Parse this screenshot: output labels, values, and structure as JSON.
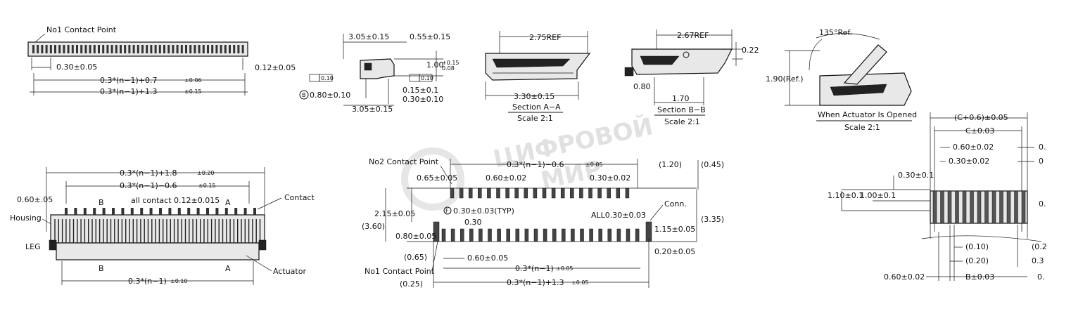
{
  "top_view": {
    "no1_contact_point": "No1 Contact Point",
    "pitch": "0.30±0.05",
    "lead_width": "0.12±0.05",
    "dim_a": "0.3*(n−1)+0.7",
    "dim_a_tol": "±0.06",
    "dim_b": "0.3*(n−1)+1.3",
    "dim_b_tol": "±0.15"
  },
  "side_view": {
    "width": "3.05±0.15",
    "offset": "0.55±0.15",
    "height": "1.00",
    "height_tol_plus": "+0.15",
    "height_tol_minus": "0.08",
    "flatness_left": "0.10",
    "flatness_right": "0.10",
    "datum_b": "B",
    "datum_dim": "0.80±0.10",
    "dim_015": "0.15±0.1",
    "dim_030": "0.30±0.10",
    "bottom_width": "3.05±0.15"
  },
  "section_aa": {
    "ref": "2.75REF",
    "width": "3.30±0.15",
    "title": "Section A−A",
    "scale": "Scale 2:1"
  },
  "section_bb": {
    "ref": "2.67REF",
    "height": "0.22",
    "left": "0.80",
    "width": "1.70",
    "title": "Section B−B",
    "scale": "Scale 2:1"
  },
  "opened": {
    "angle": "135°Ref.",
    "height": "1.90(Ref.)",
    "title": "When Actuator Is Opened",
    "scale": "Scale 2:1"
  },
  "front_view": {
    "overall": "0.3*(n−1)+1.8",
    "overall_tol": "±0.20",
    "inner": "0.3*(n−1)−0.6",
    "inner_tol": "±0.15",
    "contact_pitch": "0.60±.05",
    "all_contact": "all contact 0.12±0.015",
    "mark_b": "B",
    "mark_a": "A",
    "contact": "Contact",
    "housing": "Housing",
    "leg": "LEG",
    "actuator": "Actuator",
    "bottom": "0.3*(n−1)",
    "bottom_tol": "±0.10"
  },
  "footprint": {
    "no2_contact_point": "No2 Contact Point",
    "no1_contact_point": "No1 Contact Point",
    "top_dim": "0.3*(n−1)−0.6",
    "top_dim_tol": "±0.05",
    "ref_120": "(1.20)",
    "ref_045": "(0.45)",
    "d065": "0.65±0.05",
    "d060_top": "0.60±0.02",
    "d030_top": "0.30±0.02",
    "d215": "2.15±0.05",
    "typ": "0.30±0.03(TYP)",
    "typ_mark": "F",
    "all_pad": "ALL0.30±0.03",
    "conn": "Conn.",
    "d030": "0.30",
    "ref_360": "(3.60)",
    "d080": "0.80±0.05",
    "d115": "1.15±0.05",
    "ref_335": "(3.35)",
    "ref_065": "(0.65)",
    "d060_bot": "0.60±0.05",
    "d020": "0.20±0.05",
    "bottom_dim": "0.3*(n−1)",
    "bottom_dim_tol": "±0.05",
    "ref_025": "(0.25)",
    "bottom_dim2": "0.3*(n−1)+1.3",
    "bottom_dim2_tol": "±0.05"
  },
  "stencil": {
    "c_plus": "(C+0.6)±0.05",
    "c": "C±0.03",
    "d060": "0.60±0.02",
    "d030": "0.30±0.02",
    "d030_left": "0.30±0.1",
    "d110": "1.10±0.1",
    "d100": "1.00±0.1",
    "ref_010": "(0.10)",
    "ref_020": "(0.20)",
    "d060_bot": "0.60±0.02",
    "b": "B±0.03",
    "cut_1": "0.",
    "cut_2": "0",
    "cut_3": "0.",
    "cut_4": "(0.2",
    "cut_5": "0.3",
    "cut_6": "0."
  },
  "watermark": {
    "line1": "ЦИФРОВОЙ",
    "line2": "МИР"
  }
}
